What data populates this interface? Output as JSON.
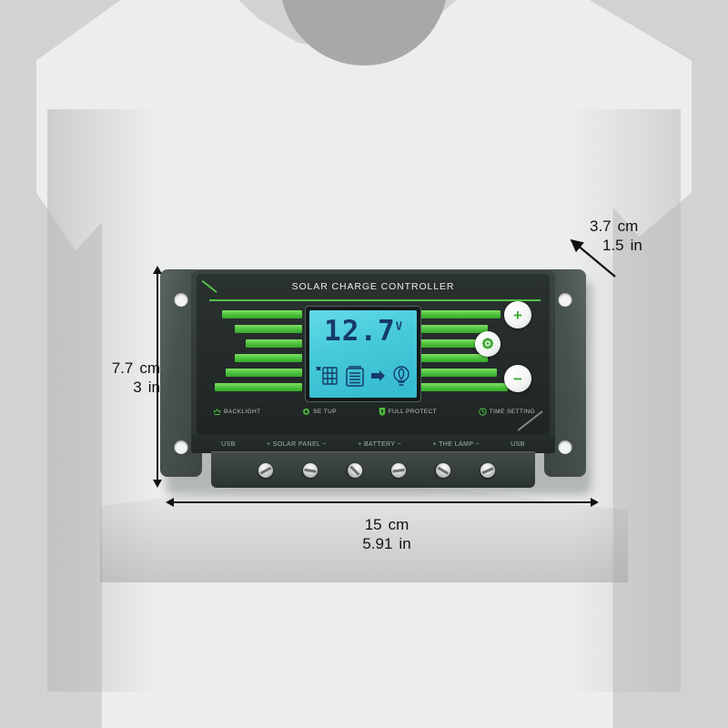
{
  "scene": {
    "background_color": "#d2d2d2",
    "shirt_color": "#eceded",
    "collar_color": "#a8a8a8"
  },
  "device": {
    "title": "SOLAR CHARGE CONTROLLER",
    "body_color": "#353d3b",
    "accent_color": "#4cc13c",
    "lcd": {
      "reading": "12.7",
      "unit": "V",
      "background_color": "#46c9da",
      "digit_color": "#163a6b",
      "icons": [
        {
          "name": "solar-panel-icon"
        },
        {
          "name": "battery-icon"
        },
        {
          "name": "flow-arrow-icon"
        },
        {
          "name": "lamp-icon"
        }
      ]
    },
    "buttons": [
      {
        "name": "plus-button",
        "symbol": "+"
      },
      {
        "name": "gear-button",
        "symbol": "⚙"
      },
      {
        "name": "minus-button",
        "symbol": "−"
      }
    ],
    "legend": [
      {
        "icon": "backlight-icon",
        "label": "BACKLIGHT"
      },
      {
        "icon": "gear-icon",
        "label": "SE TUP"
      },
      {
        "icon": "lock-shield-icon",
        "label": "FULL PROTECT"
      },
      {
        "icon": "clock-icon",
        "label": "TIME SETTING"
      }
    ],
    "terminals": [
      "USB",
      "+ SOLAR PANEL −",
      "+ BATTERY −",
      "+ THE LAMP −",
      "USB"
    ],
    "screw_count": 6,
    "mount_hole_count": 4
  },
  "dimensions": {
    "height": {
      "cm": "7.7",
      "cm_unit": "cm",
      "in": "3",
      "in_unit": "in"
    },
    "width": {
      "cm": "15",
      "cm_unit": "cm",
      "in": "5.91",
      "in_unit": "in"
    },
    "depth": {
      "cm": "3.7",
      "cm_unit": "cm",
      "in": "1.5",
      "in_unit": "in"
    }
  }
}
